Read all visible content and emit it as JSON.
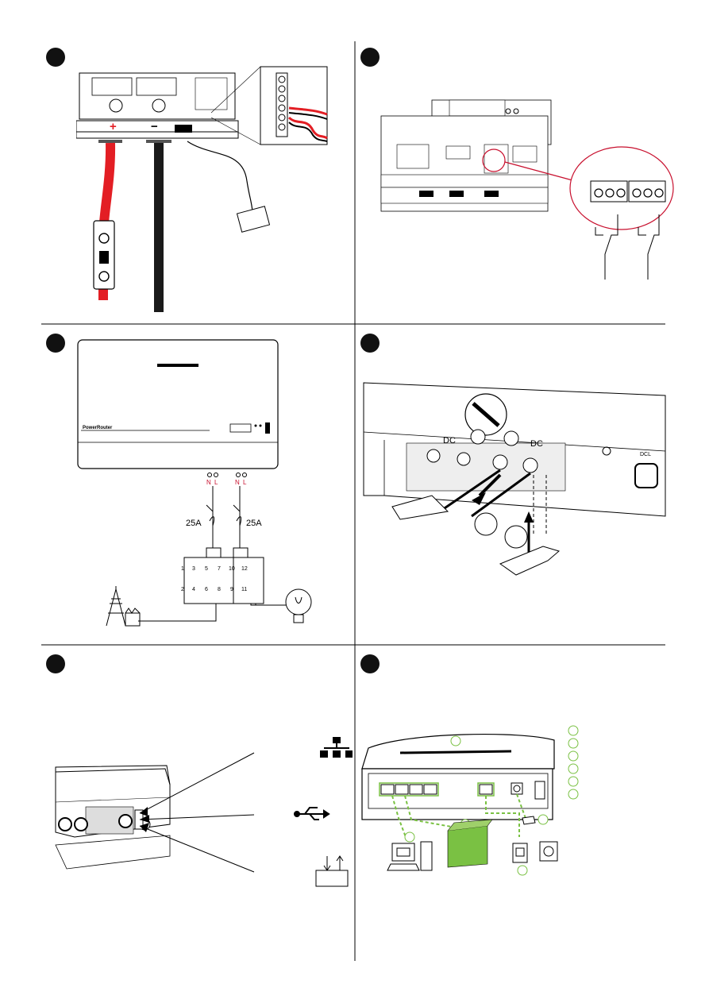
{
  "page": {
    "background": "#ffffff",
    "line_color": "#000000"
  },
  "colors": {
    "cable_red": "#e31e24",
    "cable_black": "#1a1a1a",
    "green": "#7ac143",
    "green_dash": "#7ac143",
    "highlight_red": "#c8102e"
  },
  "panels": [
    {
      "id": "p1",
      "polarity_plus": "+",
      "polarity_minus": "−"
    },
    {
      "id": "p2"
    },
    {
      "id": "p3",
      "breaker_left": "25A",
      "breaker_right": "25A",
      "terminals_left": [
        "N",
        "L"
      ],
      "terminals_right": [
        "N",
        "L"
      ],
      "relay_top": [
        "1",
        "3",
        "5",
        "7",
        "10",
        "12"
      ],
      "relay_bottom": [
        "2",
        "4",
        "6",
        "8",
        "9",
        "11"
      ],
      "brand": "PowerRouter"
    },
    {
      "id": "p4",
      "mark_a": "DC",
      "mark_b": "DC",
      "tag": "DCL"
    },
    {
      "id": "p5",
      "icons": [
        "network-icon",
        "usb-icon",
        "io-icon"
      ]
    },
    {
      "id": "p6",
      "callout_count": 6
    }
  ]
}
